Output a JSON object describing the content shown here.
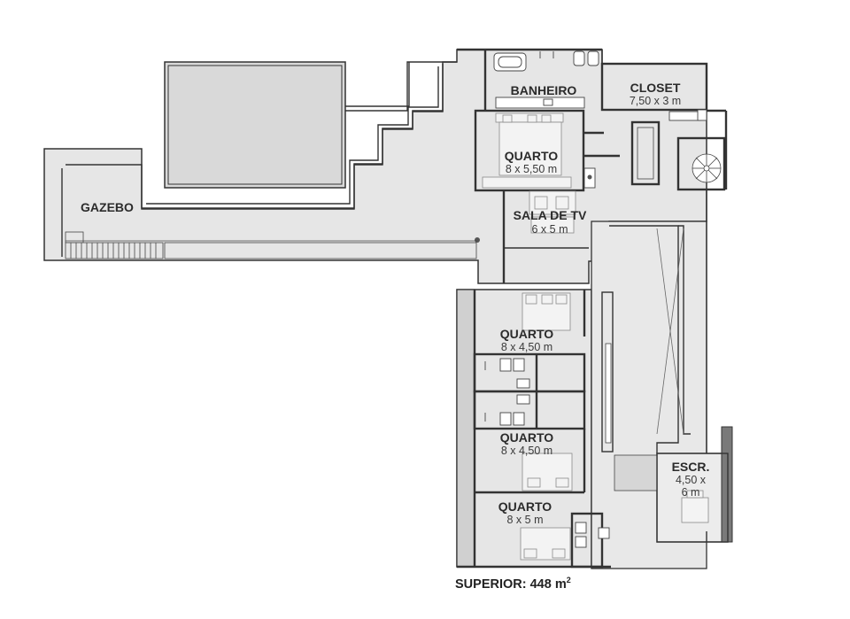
{
  "rooms": {
    "banheiro": {
      "name": "BANHEIRO"
    },
    "closet": {
      "name": "CLOSET",
      "size": "7,50 x 3 m"
    },
    "quarto_master": {
      "name": "QUARTO",
      "size": "8 x 5,50 m"
    },
    "sala_tv": {
      "name": "SALA DE TV",
      "size": "6 x 5 m"
    },
    "gazebo": {
      "name": "GAZEBO"
    },
    "quarto_1": {
      "name": "QUARTO",
      "size": "8 x 4,50 m"
    },
    "quarto_2": {
      "name": "QUARTO",
      "size": "8 x 4,50 m"
    },
    "quarto_3": {
      "name": "QUARTO",
      "size": "8 x 5 m"
    },
    "escritorio": {
      "name": "ESCR.",
      "size_line1": "4,50 x",
      "size_line2": "6 m"
    }
  },
  "footer": {
    "level": "SUPERIOR: 448 m",
    "superscript": "2"
  },
  "colors": {
    "floor": "#e6e6e6",
    "pool": "#dcdcdc",
    "wall": "#333333",
    "dark": "#6d6d6d",
    "ink": "#2b2b2b"
  }
}
